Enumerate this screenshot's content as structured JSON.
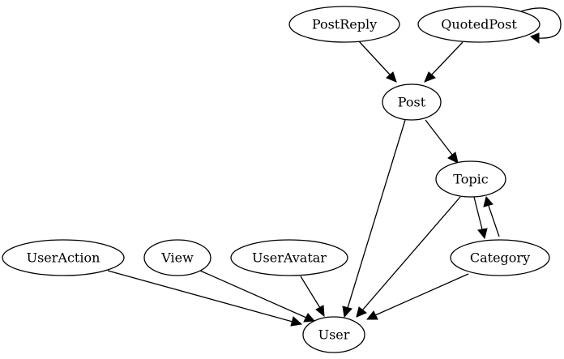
{
  "diagram": {
    "nodes": {
      "postreply": "PostReply",
      "quotedpost": "QuotedPost",
      "post": "Post",
      "topic": "Topic",
      "category": "Category",
      "useraction": "UserAction",
      "view": "View",
      "useravatar": "UserAvatar",
      "user": "User"
    },
    "edges": [
      {
        "from": "PostReply",
        "to": "Post"
      },
      {
        "from": "QuotedPost",
        "to": "Post"
      },
      {
        "from": "QuotedPost",
        "to": "QuotedPost"
      },
      {
        "from": "Post",
        "to": "Topic"
      },
      {
        "from": "Post",
        "to": "User"
      },
      {
        "from": "Topic",
        "to": "Category"
      },
      {
        "from": "Category",
        "to": "Topic"
      },
      {
        "from": "Topic",
        "to": "User"
      },
      {
        "from": "Category",
        "to": "User"
      },
      {
        "from": "UserAction",
        "to": "User"
      },
      {
        "from": "View",
        "to": "User"
      },
      {
        "from": "UserAvatar",
        "to": "User"
      }
    ]
  }
}
